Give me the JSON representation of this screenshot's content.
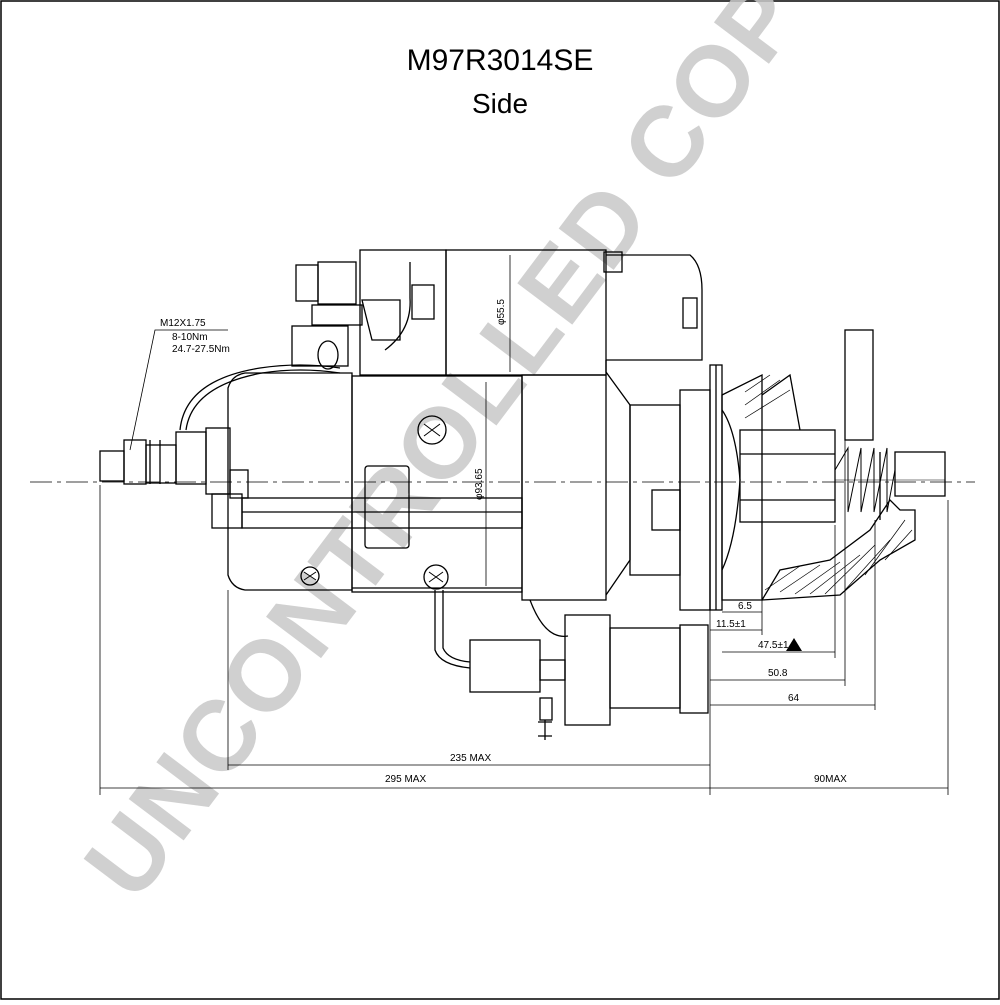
{
  "title": "M97R3014SE",
  "subtitle": "Side",
  "watermark": "UNCONTROLLED COPY",
  "annotations": {
    "thread": "M12X1.75",
    "torque_1": "8-10Nm",
    "torque_2": "24.7-27.5Nm",
    "dia_solenoid": "φ55.5",
    "dia_body": "φ93.65"
  },
  "dimensions": {
    "d6_5": "6.5",
    "d11_5": "11.5±1",
    "d47_5": "47.5±1",
    "d50_8": "50.8",
    "d64": "64",
    "d235": "235 MAX",
    "d295": "295 MAX",
    "d90": "90MAX"
  },
  "colors": {
    "line": "#000000",
    "watermark": "#c8c8c8",
    "background": "#ffffff"
  }
}
